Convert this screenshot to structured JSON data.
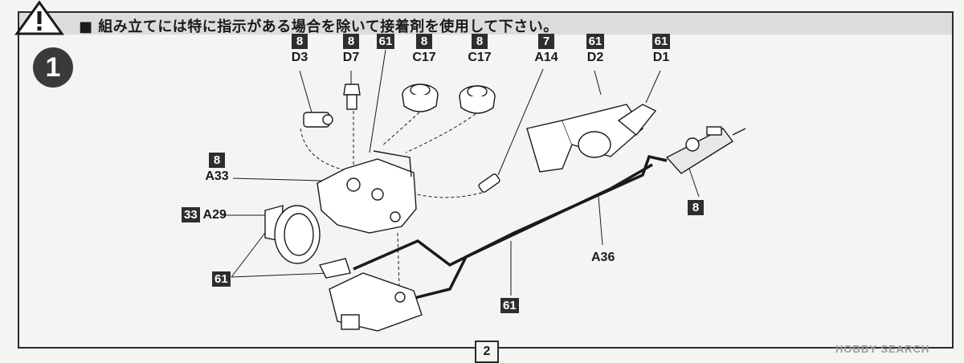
{
  "header": {
    "caution_text": "■ 組み立てには特に指示がある場合を除いて接着剤を使用して下さい。"
  },
  "step": {
    "number": "1"
  },
  "parts": [
    {
      "badge": "8",
      "code": "D3"
    },
    {
      "badge": "8",
      "code": "D7"
    },
    {
      "badge": "61",
      "code": ""
    },
    {
      "badge": "8",
      "code": "C17"
    },
    {
      "badge": "8",
      "code": "C17"
    },
    {
      "badge": "7",
      "code": "A14"
    },
    {
      "badge": "61",
      "code": "D2"
    },
    {
      "badge": "61",
      "code": "D1"
    }
  ],
  "side_labels": {
    "a33_badge": "8",
    "a33_code": "A33",
    "a29_badge": "33",
    "a29_code": "A29",
    "left_badge": "61",
    "a36_code": "A36",
    "pipe_badge": "61",
    "cyl_badge": "8"
  },
  "footer": {
    "page_number": "2",
    "watermark": "HOBBY SEARCH"
  },
  "colors": {
    "badge_bg": "#2e2e2e",
    "header_bg": "#dcdcdc",
    "paper": "#f4f4f2"
  }
}
